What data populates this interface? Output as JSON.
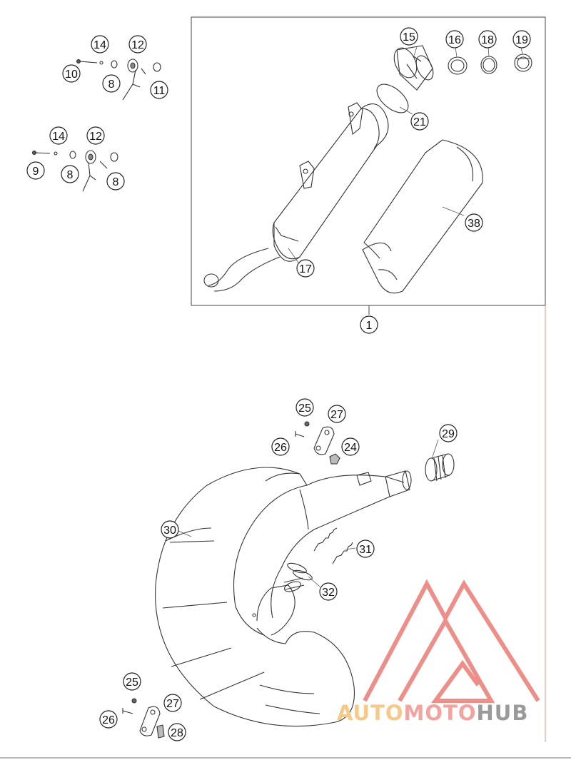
{
  "labels": {
    "c14a": "14",
    "c12a": "12",
    "c10": "10",
    "c8a": "8",
    "c11": "11",
    "c14b": "14",
    "c12b": "12",
    "c9": "9",
    "c8b": "8",
    "c8c": "8",
    "c15": "15",
    "c16": "16",
    "c18": "18",
    "c19": "19",
    "c21": "21",
    "c38": "38",
    "c17": "17",
    "c1": "1",
    "c25a": "25",
    "c27a": "27",
    "c26a": "26",
    "c24": "24",
    "c29": "29",
    "c30": "30",
    "c31": "31",
    "c32": "32",
    "c25b": "25",
    "c27b": "27",
    "c26b": "26",
    "c28": "28"
  },
  "watermark": {
    "part1": "AUTO",
    "part2": "MOTO",
    "part3": "HUB",
    "colors": {
      "part1": "#f6c88a",
      "part2": "#f2a3a0",
      "part3": "#9a9a9a",
      "logo": "#ee8e88"
    }
  }
}
